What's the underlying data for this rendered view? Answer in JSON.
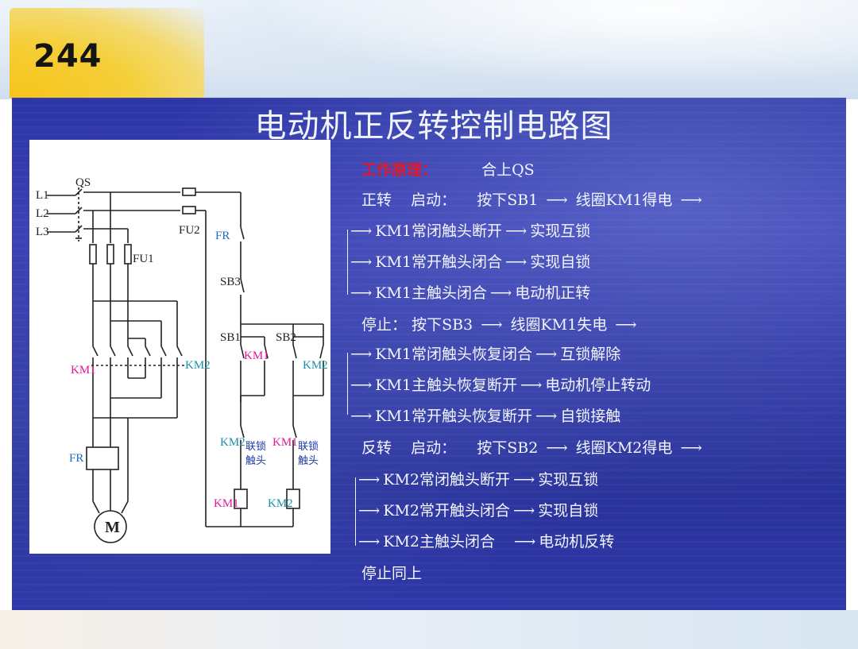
{
  "slide": {
    "page_number": "244",
    "title": "电动机正反转控制电路图"
  },
  "diagram": {
    "labels": {
      "L1": "L1",
      "L2": "L2",
      "L3": "L3",
      "QS": "QS",
      "FU1": "FU1",
      "FU2": "FU2",
      "FR_contact": "FR",
      "SB3": "SB3",
      "SB1": "SB1",
      "SB2": "SB2",
      "KM1_main": "KM1",
      "KM2_main": "KM2",
      "FR_heater": "FR",
      "KM1_aux": "KM1",
      "KM2_aux": "KM2",
      "KM2_interlock": "KM2",
      "KM1_interlock": "KM1",
      "interlock_text_1": "联锁",
      "interlock_text_2": "触头",
      "interlock_text_3": "联锁",
      "interlock_text_4": "触头",
      "KM1_coil": "KM1",
      "KM2_coil": "KM2",
      "motor": "M"
    }
  },
  "principle": {
    "heading": "工作原理：",
    "step0": "合上QS",
    "arrow": "⟶",
    "forward": {
      "label": "正转",
      "start": "启动：",
      "press": "按下SB1",
      "result": "线圈KM1得电",
      "items": [
        {
          "a": "KM1常闭触头断开",
          "b": "实现互锁"
        },
        {
          "a": "KM1常开触头闭合",
          "b": "实现自锁"
        },
        {
          "a": "KM1主触头闭合",
          "b": "电动机正转"
        }
      ]
    },
    "stop": {
      "label": "停止：",
      "press": "按下SB3",
      "result": "线圈KM1失电",
      "items": [
        {
          "a": "KM1常闭触头恢复闭合",
          "b": "互锁解除"
        },
        {
          "a": "KM1主触头恢复断开",
          "b": "电动机停止转动"
        },
        {
          "a": "KM1常开触头恢复断开",
          "b": "自锁接触"
        }
      ]
    },
    "reverse": {
      "label": "反转",
      "start": "启动：",
      "press": "按下SB2",
      "result": "线圈KM2得电",
      "items": [
        {
          "a": "KM2常闭触头断开",
          "b": "实现互锁"
        },
        {
          "a": "KM2常开触头闭合",
          "b": "实现自锁"
        },
        {
          "a": "KM2主触头闭合",
          "b": "电动机反转"
        }
      ]
    },
    "stop_same": "停止同上"
  },
  "colors": {
    "panel": "#2e35a3",
    "heading_red": "#e0192a",
    "km1_magenta": "#e0189a",
    "km2_teal": "#1a8fa8",
    "wire": "#222222"
  }
}
